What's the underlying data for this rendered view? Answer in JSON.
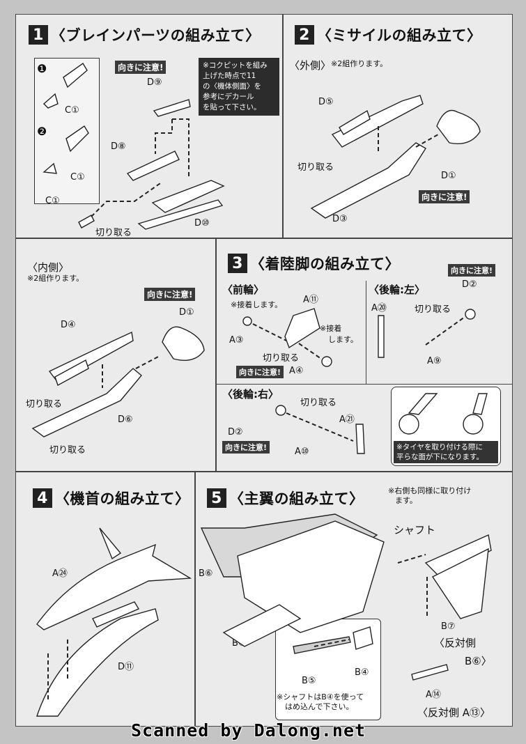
{
  "footer": "Scanned by Dalong.net",
  "step1": {
    "number": "1",
    "title": "〈ブレインパーツの組み立て〉",
    "sub1": "❶",
    "sub2": "❷",
    "c1_a": "C①",
    "c1_b": "C①",
    "c1_c": "C①",
    "d9": "D⑨",
    "d8": "D⑧",
    "d10": "D⑩",
    "cut": "切り取る",
    "warning": "向きに注意!",
    "note_lines": [
      "※コクピットを組み",
      "上げた時点で11",
      "の〈機体側面〉を",
      "参考にデカール",
      "を貼って下さい。"
    ]
  },
  "step2": {
    "number": "2",
    "title": "〈ミサイルの組み立て〉",
    "outer": "〈外側〉",
    "outer_note": "※2組作ります。",
    "d5": "D⑤",
    "d1": "D①",
    "d3": "D③",
    "cut": "切り取る",
    "warning": "向きに注意!"
  },
  "inner": {
    "title": "〈内側〉",
    "note": "※2組作ります。",
    "warning": "向きに注意!",
    "d4": "D④",
    "d1": "D①",
    "d6": "D⑥",
    "cut1": "切り取る",
    "cut2": "切り取る"
  },
  "step3": {
    "number": "3",
    "title": "〈着陸脚の組み立て〉",
    "front": "〈前輪〉",
    "glue1": "※接着します。",
    "glue2a": "※接着",
    "glue2b": "します。",
    "a11": "A⑪",
    "a3": "A③",
    "a4": "A④",
    "cut_front": "切り取る",
    "warning_front": "向きに注意!",
    "rear_left": "〈後輪:左〉",
    "a20": "A⑳",
    "d2_left": "D②",
    "a9": "A⑨",
    "cut_left": "切り取る",
    "warning_left": "向きに注意!",
    "rear_right": "〈後輪:右〉",
    "d2_right": "D②",
    "a21": "A㉑",
    "a10": "A⑩",
    "cut_right": "切り取る",
    "warning_right": "向きに注意!",
    "tire_note": [
      "※タイヤを取り付ける際に",
      "平らな面が下になります。"
    ]
  },
  "step4": {
    "number": "4",
    "title": "〈機首の組み立て〉",
    "a24": "A㉔",
    "d11": "D⑪"
  },
  "step5": {
    "number": "5",
    "title": "〈主翼の組み立て〉",
    "note": [
      "※右側も同様に取り付け",
      "ます。"
    ],
    "shaft": "シャフト",
    "b6": "B⑥",
    "b5": "B⑤",
    "b7": "B⑦",
    "opposite1": "〈反対側",
    "b6_right": "B⑥〉",
    "b4": "B④",
    "b5_inset": "B⑤",
    "shaft_note": [
      "※シャフトはB④を使って",
      "はめ込んで下さい。"
    ],
    "a14": "A⑭",
    "opposite2": "〈反対側 A⑬〉"
  }
}
